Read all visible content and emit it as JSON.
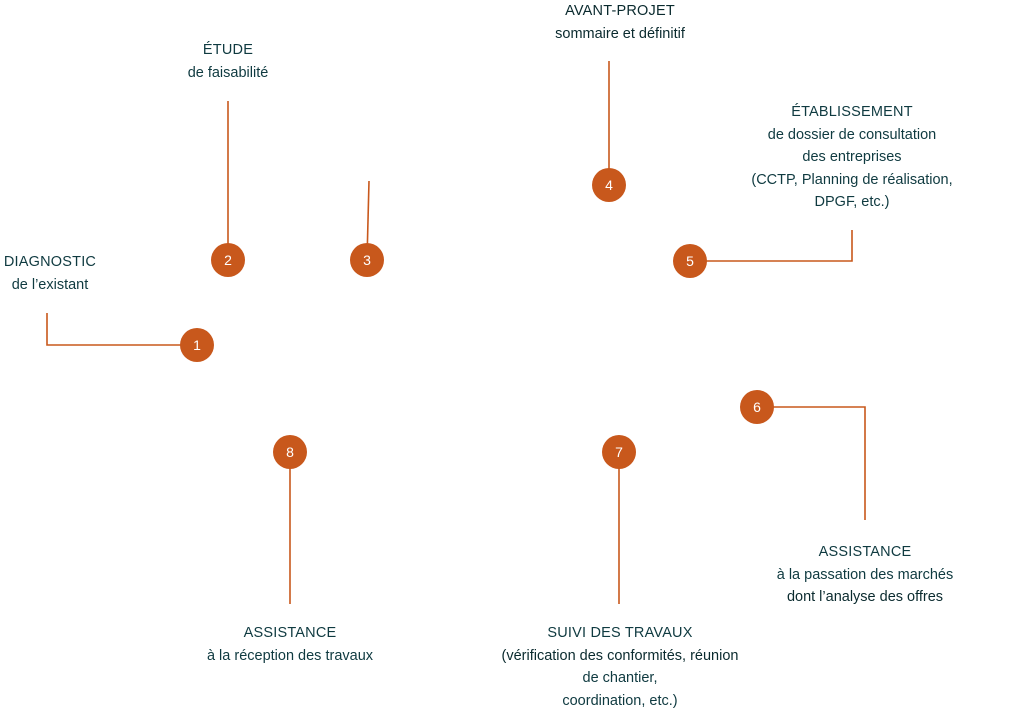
{
  "colors": {
    "accent": "#c8581c",
    "text": "#0f3a40"
  },
  "steps": [
    {
      "number": "1",
      "title": "DIAGNOSTIC",
      "lines": [
        "de l’existant"
      ]
    },
    {
      "number": "2",
      "title": "ÉTUDE",
      "lines": [
        "de faisabilité"
      ]
    },
    {
      "number": "3",
      "title": "",
      "lines": []
    },
    {
      "number": "4",
      "title": "AVANT-PROJET",
      "lines": [
        "sommaire et définitif"
      ]
    },
    {
      "number": "5",
      "title": "ÉTABLISSEMENT",
      "lines": [
        "de dossier de consultation",
        "des entreprises",
        "(CCTP, Planning de réalisation,",
        "DPGF, etc.)"
      ]
    },
    {
      "number": "6",
      "title": "ASSISTANCE",
      "lines": [
        "à la passation des marchés",
        "dont l’analyse des offres"
      ]
    },
    {
      "number": "7",
      "title": "SUIVI DES TRAVAUX",
      "lines": [
        "(vérification des conformités, réunion",
        "de chantier,",
        "coordination, etc.)"
      ]
    },
    {
      "number": "8",
      "title": "ASSISTANCE",
      "lines": [
        "à la réception des travaux"
      ]
    }
  ]
}
